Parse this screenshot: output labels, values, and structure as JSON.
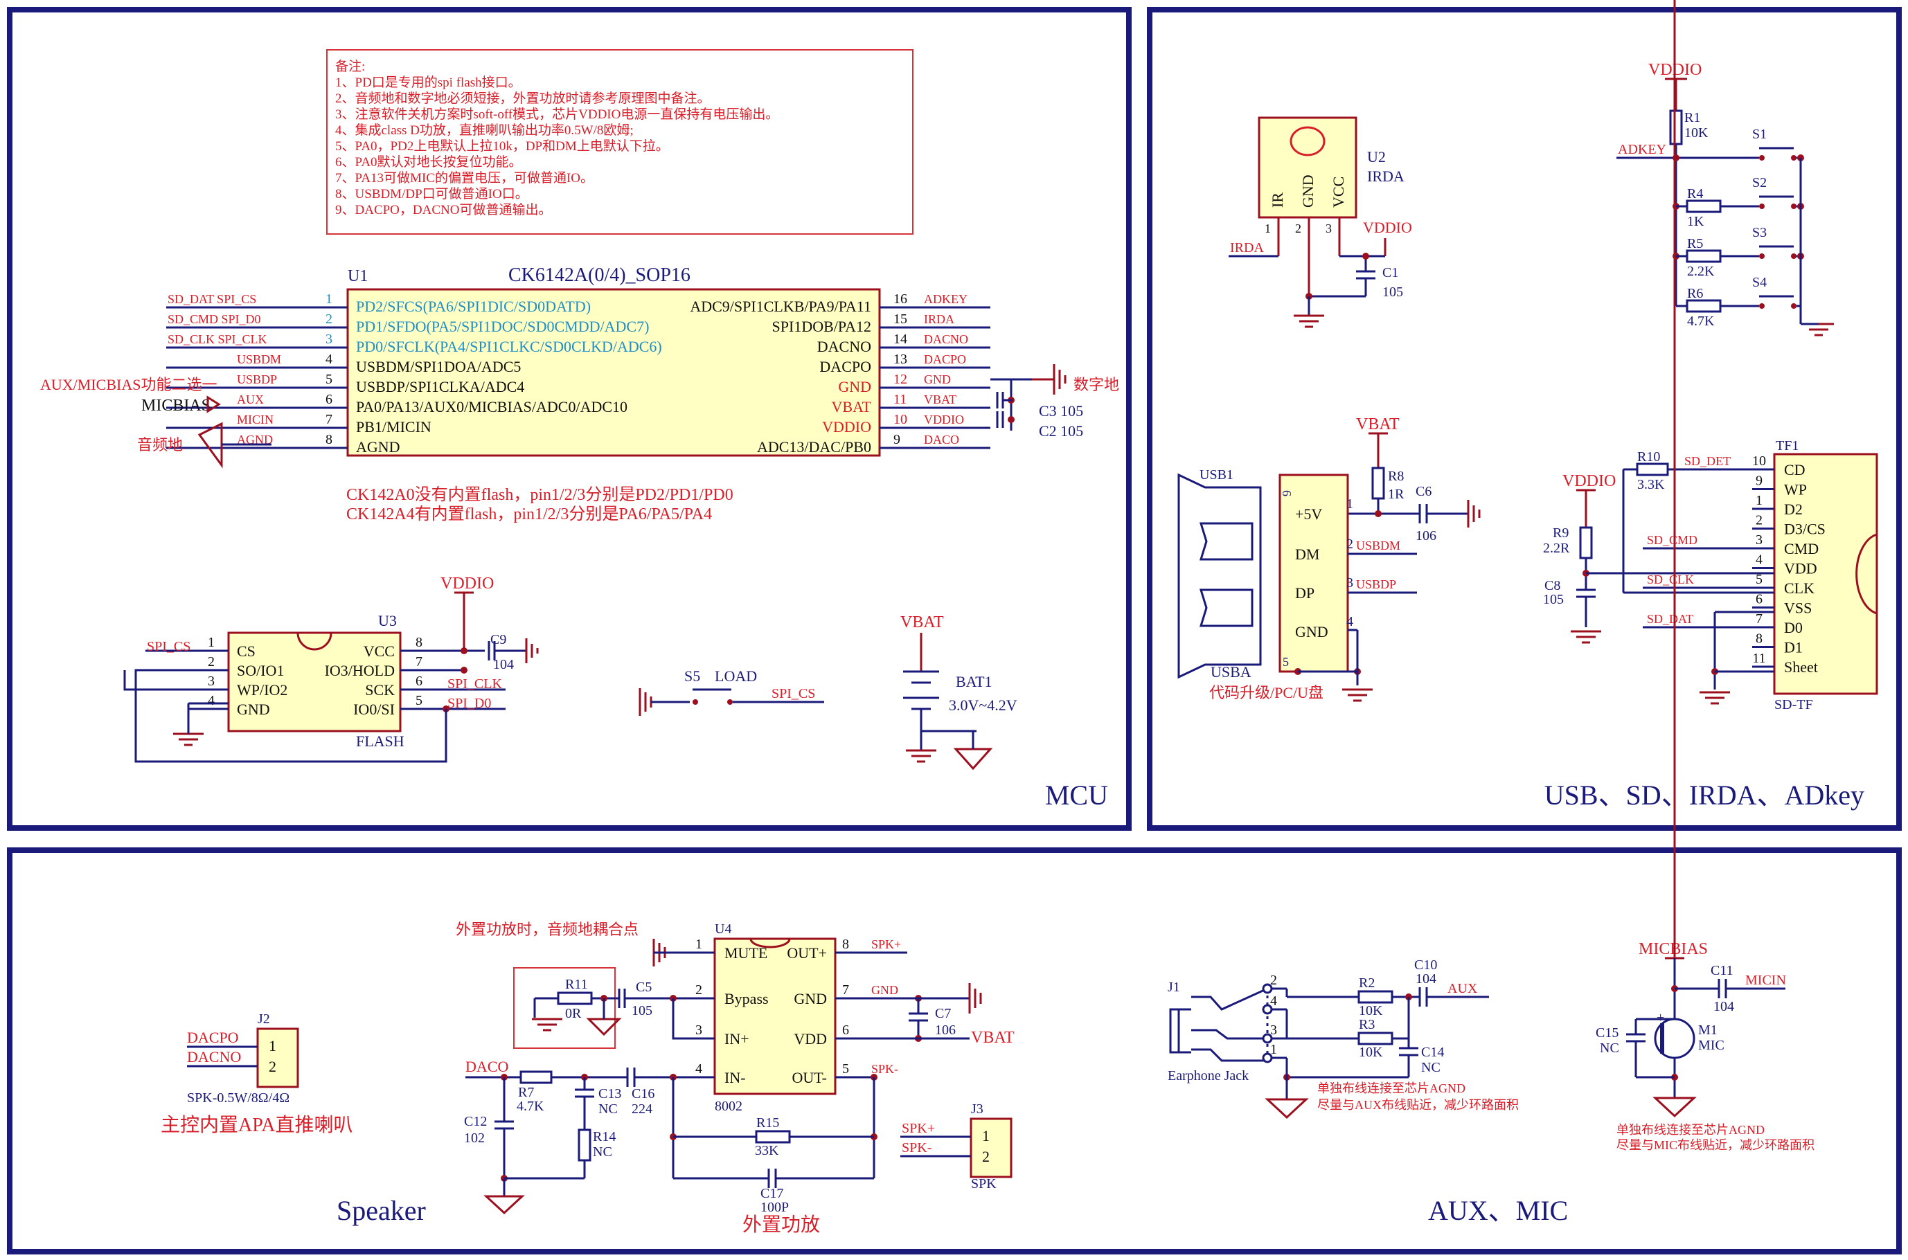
{
  "panels": {
    "mcu_label": "MCU",
    "usb_label": "USB、SD、IRDA、ADkey",
    "speaker_label": "Speaker",
    "aux_label": "AUX、MIC"
  },
  "notes": [
    "备注:",
    "1、PD口是专用的spi flash接口。",
    "2、音频地和数字地必须短接，外置功放时请参考原理图中备注。",
    "3、注意软件关机方案时soft-off模式，芯片VDDIO电源一直保持有电压输出。",
    "4、集成class D功放，直推喇叭输出功率0.5W/8欧姆;",
    "5、PA0，PD2上电默认上拉10k，DP和DM上电默认下拉。",
    "6、PA0默认对地长按复位功能。",
    "7、PA13可做MIC的偏置电压，可做普通IO。",
    "8、USBDM/DP口可做普通IO口。",
    "9、DACPO，DACNO可做普通输出。"
  ],
  "u1": {
    "ref": "U1",
    "title": "CK6142A(0/4)_SOP16",
    "left_pins": [
      {
        "num": "1",
        "name": "PD2/SFCS(PA6/SPI1DIC/SD0DATD)",
        "net": "SD_DAT  SPI_CS",
        "cyan": true
      },
      {
        "num": "2",
        "name": "PD1/SFDO(PA5/SPI1DOC/SD0CMDD/ADC7)",
        "net": "SD_CMD  SPI_D0",
        "cyan": true
      },
      {
        "num": "3",
        "name": "PD0/SFCLK(PA4/SPI1CLKC/SD0CLKD/ADC6)",
        "net": "SD_CLK  SPI_CLK",
        "cyan": true
      },
      {
        "num": "4",
        "name": "USBDM/SPI1DOA/ADC5",
        "net": "USBDM",
        "cyan": false
      },
      {
        "num": "5",
        "name": "USBDP/SPI1CLKA/ADC4",
        "net": "USBDP",
        "cyan": false
      },
      {
        "num": "6",
        "name": "PA0/PA13/AUX0/MICBIAS/ADC0/ADC10",
        "net": "AUX",
        "cyan": false
      },
      {
        "num": "7",
        "name": "PB1/MICIN",
        "net": "MICIN",
        "cyan": false
      },
      {
        "num": "8",
        "name": "AGND",
        "net": "AGND",
        "cyan": false
      }
    ],
    "right_pins": [
      {
        "num": "16",
        "name": "ADC9/SPI1CLKB/PA9/PA11",
        "net": "ADKEY",
        "red": false
      },
      {
        "num": "15",
        "name": "SPI1DOB/PA12",
        "net": "IRDA",
        "red": false
      },
      {
        "num": "14",
        "name": "DACNO",
        "net": "DACNO",
        "red": false
      },
      {
        "num": "13",
        "name": "DACPO",
        "net": "DACPO",
        "red": false
      },
      {
        "num": "12",
        "name": "GND",
        "net": "GND",
        "red": true
      },
      {
        "num": "11",
        "name": "VBAT",
        "net": "VBAT",
        "red": true
      },
      {
        "num": "10",
        "name": "VDDIO",
        "net": "VDDIO",
        "red": true
      },
      {
        "num": "9",
        "name": "ADC13/DAC/PB0",
        "net": "DACO",
        "red": false
      }
    ],
    "aux_note": "AUX/MICBIAS功能二选一",
    "micbias": "MICBIAS",
    "audio_gnd": "音频地",
    "digital_gnd": "数字地",
    "c3": "C3  105",
    "c2": "C2  105",
    "variant_a0": "CK142A0没有内置flash，pin1/2/3分别是PD2/PD1/PD0",
    "variant_a4": "CK142A4有内置flash，pin1/2/3分别是PA6/PA5/PA4"
  },
  "u3": {
    "ref": "U3",
    "name": "FLASH",
    "vddio": "VDDIO",
    "c9": "C9",
    "c9_val": "104",
    "left_pins": [
      {
        "num": "1",
        "name": "CS"
      },
      {
        "num": "2",
        "name": "SO/IO1"
      },
      {
        "num": "3",
        "name": "WP/IO2"
      },
      {
        "num": "4",
        "name": "GND"
      }
    ],
    "right_pins": [
      {
        "num": "8",
        "name": "VCC"
      },
      {
        "num": "7",
        "name": "IO3/HOLD"
      },
      {
        "num": "6",
        "name": "SCK"
      },
      {
        "num": "5",
        "name": "IO0/SI"
      }
    ],
    "net_cs": "SPI_CS",
    "net_clk": "SPI_CLK",
    "net_d0": "SPI_D0"
  },
  "s5": {
    "ref": "S5",
    "name": "LOAD",
    "net": "SPI_CS"
  },
  "bat": {
    "vbat": "VBAT",
    "ref": "BAT1",
    "val": "3.0V~4.2V"
  },
  "irda": {
    "ref": "U2",
    "name": "IRDA",
    "p1": "IR",
    "p2": "GND",
    "p3": "VCC",
    "n1": "1",
    "n2": "2",
    "n3": "3",
    "net": "IRDA",
    "vddio": "VDDIO",
    "c1": "C1",
    "c1_val": "105"
  },
  "adkey": {
    "vddio": "VDDIO",
    "r1": "R1",
    "r1_val": "10K",
    "net": "ADKEY",
    "s1": "S1",
    "s2": "S2",
    "s3": "S3",
    "s4": "S4",
    "r4": "R4",
    "r4_val": "1K",
    "r5": "R5",
    "r5_val": "2.2K",
    "r6": "R6",
    "r6_val": "4.7K"
  },
  "usb": {
    "ref": "USB1",
    "name": "USBA",
    "vbat": "VBAT",
    "r8": "R8",
    "r8_val": "1R",
    "c6": "C6",
    "c6_val": "106",
    "pins": [
      {
        "num": "1",
        "name": "+5V"
      },
      {
        "num": "2",
        "name": "DM",
        "net": "USBDM"
      },
      {
        "num": "3",
        "name": "DP",
        "net": "USBDP"
      },
      {
        "num": "4",
        "name": "GND"
      }
    ],
    "p6": "6",
    "p5": "5",
    "note": "代码升级/PC/U盘"
  },
  "tf": {
    "ref": "TF1",
    "name": "SD-TF",
    "vddio": "VDDIO",
    "r10": "R10",
    "r10_val": "3.3K",
    "r9": "R9",
    "r9_val": "2.2R",
    "c8": "C8",
    "c8_val": "105",
    "pins": [
      {
        "num": "10",
        "name": "CD",
        "net": "SD_DET"
      },
      {
        "num": "9",
        "name": "WP",
        "net": ""
      },
      {
        "num": "1",
        "name": "D2",
        "net": ""
      },
      {
        "num": "2",
        "name": "D3/CS",
        "net": ""
      },
      {
        "num": "3",
        "name": "CMD",
        "net": "SD_CMD"
      },
      {
        "num": "4",
        "name": "VDD",
        "net": ""
      },
      {
        "num": "5",
        "name": "CLK",
        "net": "SD_CLK"
      },
      {
        "num": "6",
        "name": "VSS",
        "net": ""
      },
      {
        "num": "7",
        "name": "D0",
        "net": "SD_DAT"
      },
      {
        "num": "8",
        "name": "D1",
        "net": ""
      },
      {
        "num": "11",
        "name": "Sheet",
        "net": ""
      }
    ]
  },
  "speaker": {
    "j2": "J2",
    "p1": "1",
    "p2": "2",
    "net1": "DACPO",
    "net2": "DACNO",
    "spec": "SPK-0.5W/8Ω/4Ω",
    "note": "主控内置APA直推喇叭"
  },
  "amp": {
    "ref": "U4",
    "part": "8002",
    "note": "外置功放时，音频地耦合点",
    "title": "外置功放",
    "left_pins": [
      {
        "num": "1",
        "name": "MUTE"
      },
      {
        "num": "2",
        "name": "Bypass"
      },
      {
        "num": "3",
        "name": "IN+"
      },
      {
        "num": "4",
        "name": "IN-"
      }
    ],
    "right_pins": [
      {
        "num": "8",
        "name": "OUT+",
        "net": "SPK+"
      },
      {
        "num": "7",
        "name": "GND",
        "net": "GND"
      },
      {
        "num": "6",
        "name": "VDD",
        "net": "VBAT"
      },
      {
        "num": "5",
        "name": "OUT-",
        "net": "SPK-"
      }
    ],
    "r11": "R11",
    "r11_val": "0R",
    "c5": "C5",
    "c5_val": "105",
    "c7": "C7",
    "c7_val": "106",
    "daco": "DACO",
    "r7": "R7",
    "r7_val": "4.7K",
    "c13": "C13",
    "c13_val": "NC",
    "c16": "C16",
    "c16_val": "224",
    "c12": "C12",
    "c12_val": "102",
    "r14": "R14",
    "r14_val": "NC",
    "r15": "R15",
    "r15_val": "33K",
    "c17": "C17",
    "c17_val": "100P",
    "j3": "J3",
    "j3_name": "SPK",
    "j3_p1": "1",
    "j3_p2": "2",
    "j3_n1": "SPK+",
    "j3_n2": "SPK-"
  },
  "aux": {
    "j1": "J1",
    "name": "Earphone Jack",
    "pins": [
      "2",
      "4",
      "3",
      "1"
    ],
    "r2": "R2",
    "r2_val": "10K",
    "r3": "R3",
    "r3_val": "10K",
    "c10": "C10",
    "c10_val": "104",
    "c14": "C14",
    "c14_val": "NC",
    "net": "AUX",
    "note1": "单独布线连接至芯片AGND",
    "note2": "尽量与AUX布线贴近，减少环路面积"
  },
  "mic": {
    "micbias": "MICBIAS",
    "c11": "C11",
    "c11_val": "104",
    "net": "MICIN",
    "c15": "C15",
    "c15_val": "NC",
    "m1": "M1",
    "m1_name": "MIC",
    "note1": "单独布线连接至芯片AGND",
    "note2": "尽量与MIC布线贴近，减少环路面积"
  }
}
